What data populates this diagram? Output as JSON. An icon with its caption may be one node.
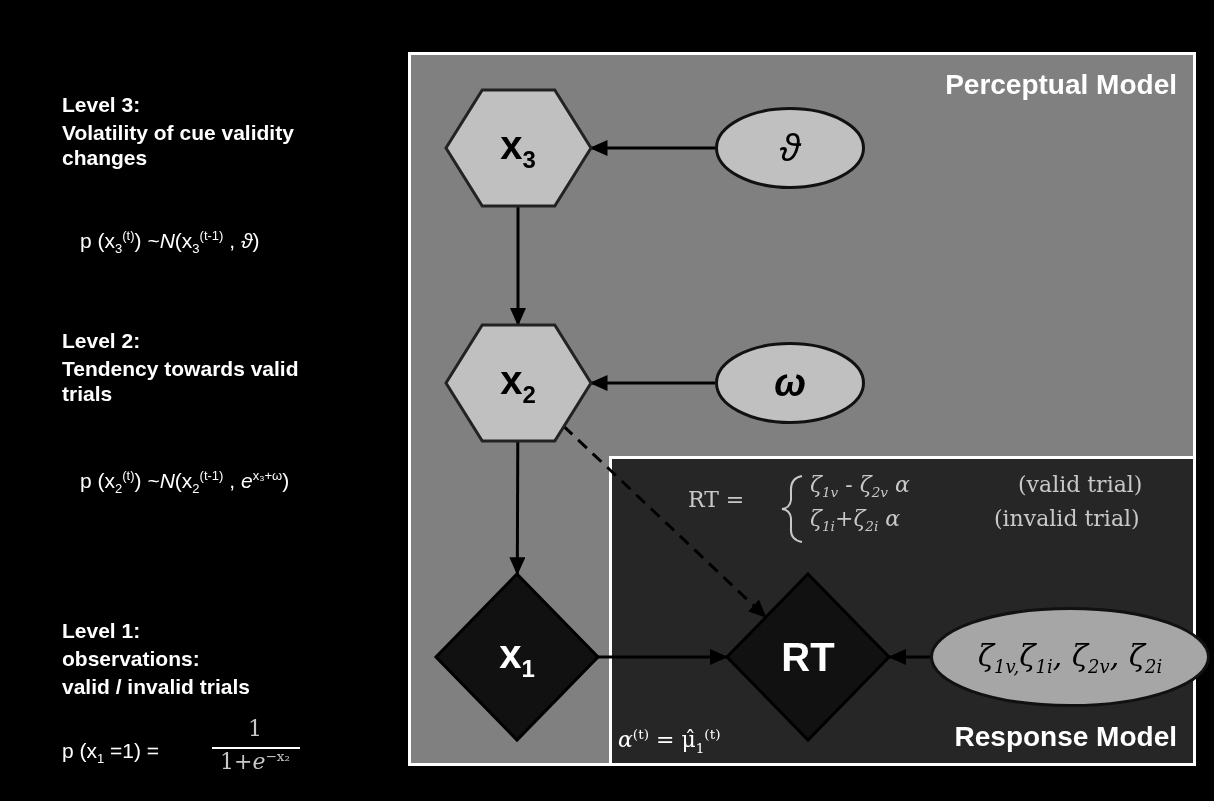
{
  "diagram": {
    "nodes": [
      {
        "text": [
          "Perceptual Model"
        ]
      },
      {
        "text": [
          "x$_{3}$"
        ],
        "in": 0
      },
      {
        "text": [
          "ϑ"
        ],
        "in": 0
      },
      {
        "text": [
          "x$_{2}$"
        ],
        "in": 0
      },
      {
        "text": [
          "ω"
        ],
        "in": 0
      },
      {
        "text": [
          "x$_{1}$"
        ],
        "in": 0
      },
      {
        "text": [
          "Response Model"
        ],
        "in": 0
      },
      {
        "text": [
          "RT"
        ],
        "in": 6
      },
      {
        "text": [
          "ζ$_{1v,}$ζ$_{1i}$, ζ$_{2v}$, ζ$_{2i}$"
        ],
        "in": 6
      }
    ],
    "edges": [
      {
        "from": 2,
        "to": 1,
        "arrow": "to"
      },
      {
        "from": 1,
        "to": 3,
        "arrow": "to"
      },
      {
        "from": 4,
        "to": 3,
        "arrow": "to"
      },
      {
        "from": 3,
        "to": 5,
        "arrow": "to"
      },
      {
        "from": 3,
        "to": 7,
        "arrow": "to",
        "style": "dashed"
      },
      {
        "from": 5,
        "to": 7,
        "arrow": "to"
      },
      {
        "from": 8,
        "to": 7,
        "arrow": "to"
      }
    ],
    "labels": [
      "Level 3:",
      "Volatility of cue validity changes",
      "p (x$_{3}$$^{(t)}$) ~*N*(x$_{3}$$^{(t-1)}$ , *ϑ*)",
      "Level 2:",
      "Tendency towards valid trials",
      "p (x$_{2}$$^{(t)}$) ~*N*(x$_{2}$$^{(t-1)}$ , *e*$^{x₃+ω}$)",
      "Level 1:",
      "observations:",
      "valid / invalid trials",
      "p (x$_{1}$ =1) =",
      "1",
      "1+*e*$^{−x₂}$",
      "RT =",
      "ζ$_{1v}$ - ζ$_{2v}$ α",
      "(valid trial)",
      "ζ$_{1i}$+ζ$_{2i}$ α",
      "(invalid trial)",
      "*α*$^{(t)}$ = μ̂$_{1}$$^{(t)}$"
    ]
  }
}
